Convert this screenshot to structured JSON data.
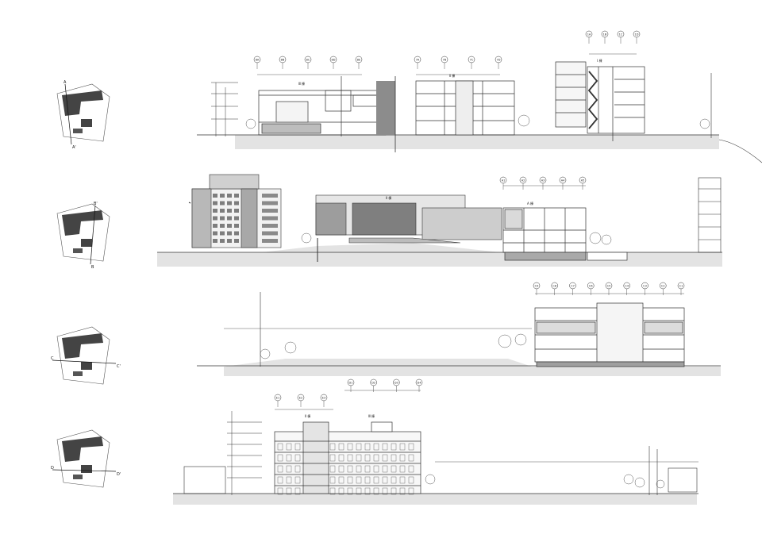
{
  "key_plans": [
    {
      "id": "kp1",
      "a": "A",
      "b": "A'"
    },
    {
      "id": "kp2",
      "a": "B'",
      "b": "B"
    },
    {
      "id": "kp3",
      "a": "C",
      "b": "C'"
    },
    {
      "id": "kp4",
      "a": "D",
      "b": "D'"
    }
  ],
  "sections": {
    "s1": {
      "grid_left": [
        "8A",
        "8B",
        "8C",
        "8D",
        "8E"
      ],
      "grid_mid": [
        "7A",
        "7B",
        "7C",
        "7D"
      ],
      "grid_right": [
        "1A",
        "1B",
        "1C",
        "1D"
      ],
      "bldg1_label": "Ⅲ 棟",
      "bldg2_label": "Ⅱ 棟",
      "bldg3_label": "Ⅰ 棟"
    },
    "s2": {
      "grid": [
        "A1",
        "A2",
        "A3",
        "A4",
        "A5"
      ],
      "bldg1_label": "Ⅱ 棟",
      "bldg2_label": "A 棟"
    },
    "s3": {
      "grid": [
        "C9",
        "C8",
        "C7",
        "C6",
        "C5",
        "C4",
        "C3",
        "C2",
        "C1"
      ]
    },
    "s4": {
      "grid_left": [
        "E1",
        "E2",
        "E3"
      ],
      "grid_right": [
        "D1",
        "D2",
        "D3",
        "D4"
      ],
      "bldg1_label": "Ⅱ 棟",
      "bldg2_label": "Ⅲ 棟"
    }
  },
  "colors": {
    "line": "#333333",
    "ground": "#e3e3e3",
    "dark": "#444444",
    "window": "#9a9a9a"
  }
}
